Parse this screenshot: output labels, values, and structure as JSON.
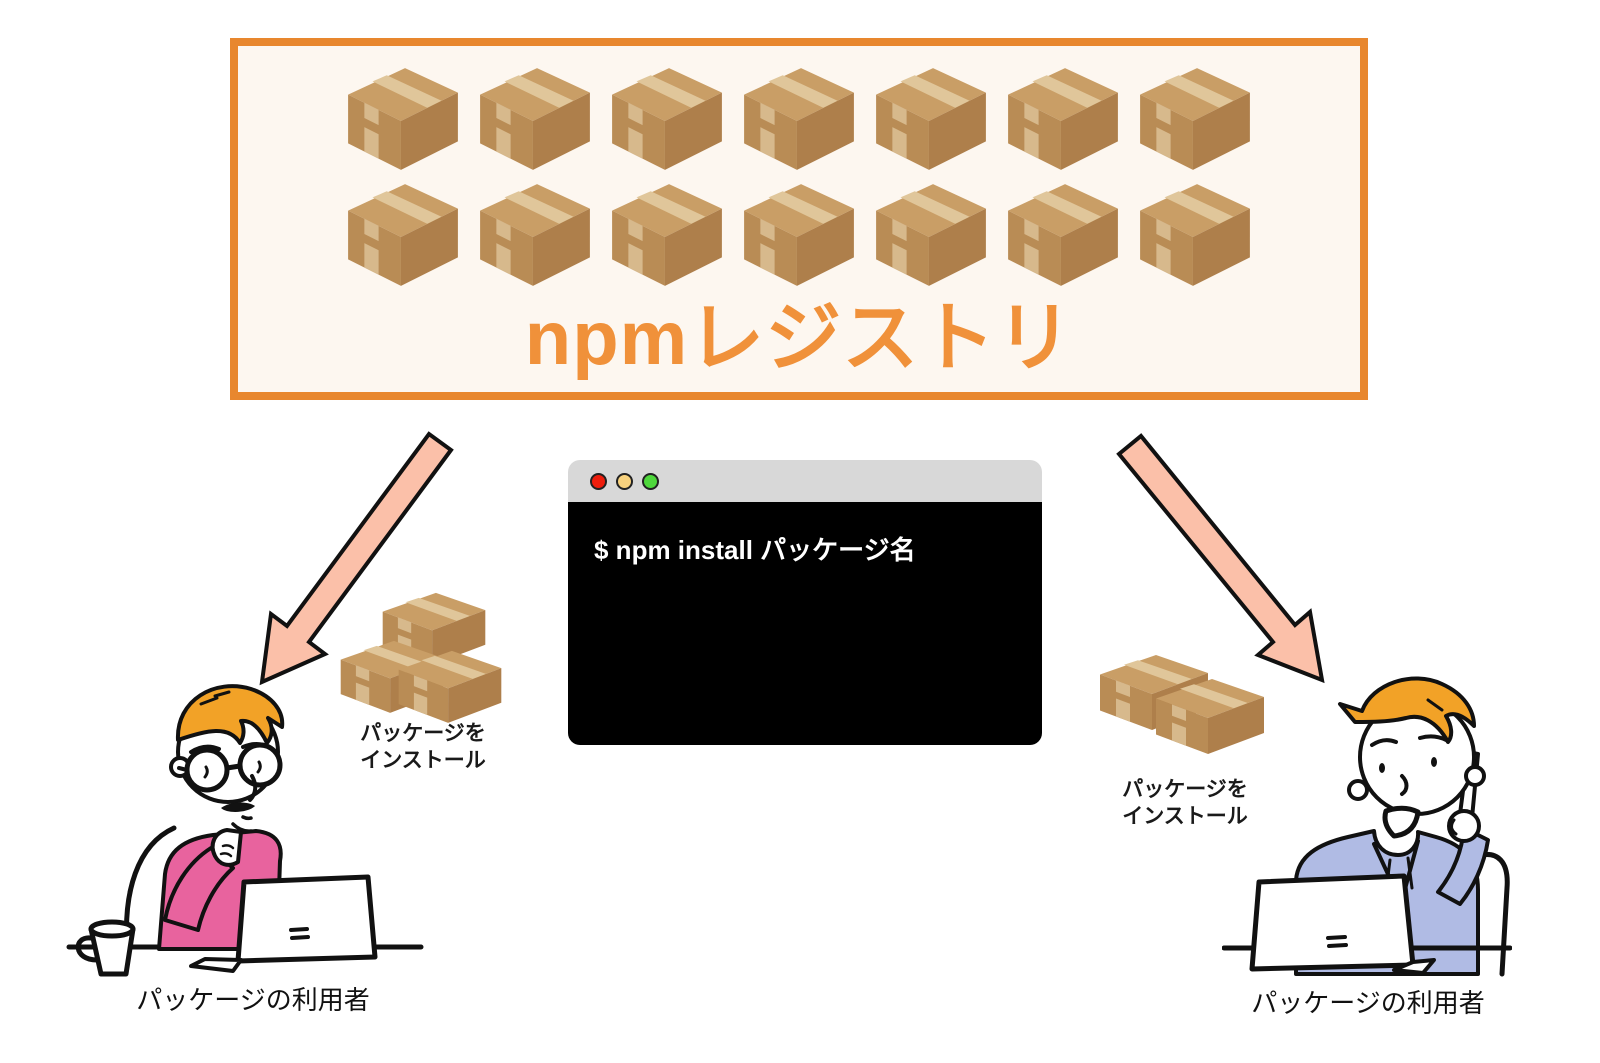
{
  "registry": {
    "title": "npmレジストリ",
    "package_rows": [
      7,
      7
    ]
  },
  "terminal": {
    "command": "$ npm install パッケージ名",
    "window_buttons": [
      "close",
      "minimize",
      "zoom"
    ]
  },
  "left_consumer": {
    "install_label_line1": "パッケージを",
    "install_label_line2": "インストール",
    "caption": "パッケージの利用者"
  },
  "right_consumer": {
    "install_label_line1": "パッケージを",
    "install_label_line2": "インストール",
    "caption": "パッケージの利用者"
  },
  "theme": {
    "accent-orange": "#E8872E",
    "registry-bg": "#FDF7F0",
    "title-orange": "#F0913A",
    "arrow-fill": "#FBC0A9",
    "outline-black": "#111111",
    "titlebar-gray": "#D8D8D8",
    "terminal-bg": "#000000",
    "terminal-text": "#FFFFFF",
    "tl-red": "#EE1D0C",
    "tl-yellow": "#F8D27E",
    "tl-green": "#4FD83C",
    "box-top": "#C99E66",
    "box-left": "#B98C55",
    "box-right": "#AE7F4B",
    "box-tape": "#E0C69A",
    "box-tape2": "#D7B98C",
    "shirt-pink": "#E8639E",
    "hoodie-blue": "#B0BBE4",
    "hair-orange": "#F2A227"
  }
}
